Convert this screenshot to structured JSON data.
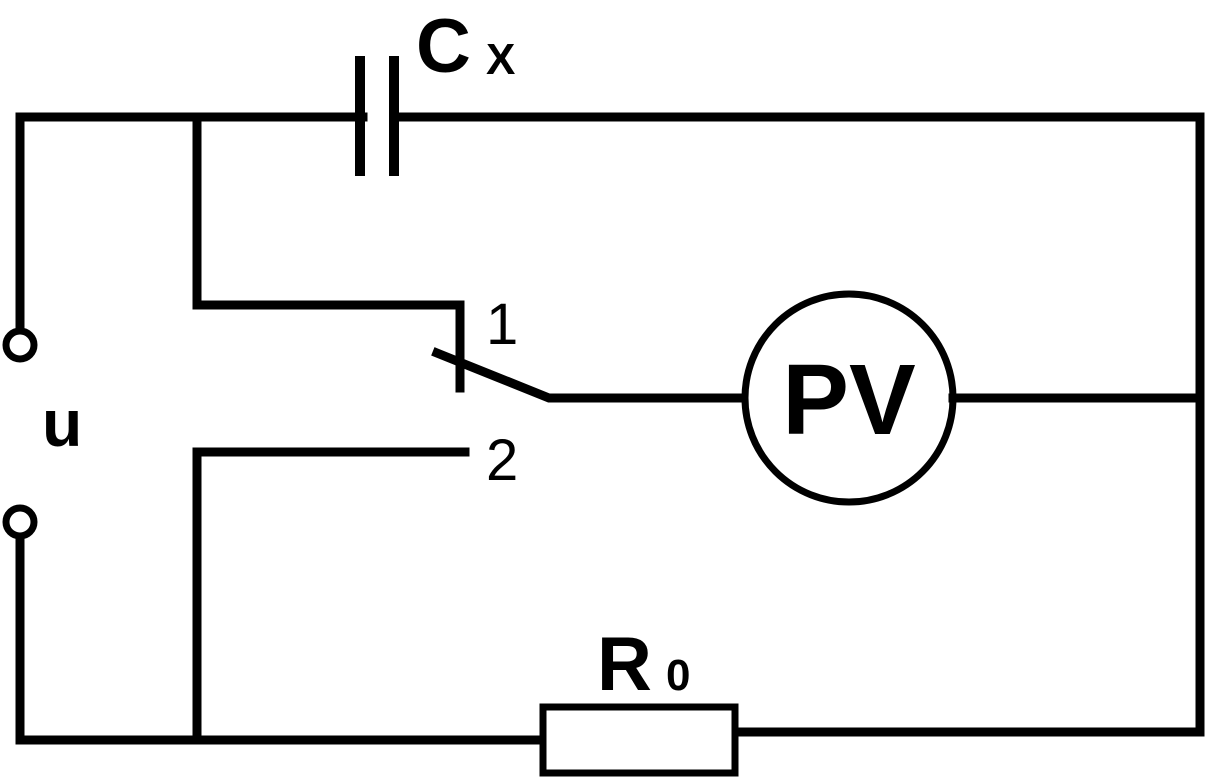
{
  "labels": {
    "capacitor_main": "C",
    "capacitor_sub": "X",
    "source": "u",
    "switch_pos_1": "1",
    "switch_pos_2": "2",
    "meter": "PV",
    "resistor_main": "R",
    "resistor_sub": "0"
  },
  "colors": {
    "stroke": "#000000",
    "background": "#ffffff"
  }
}
